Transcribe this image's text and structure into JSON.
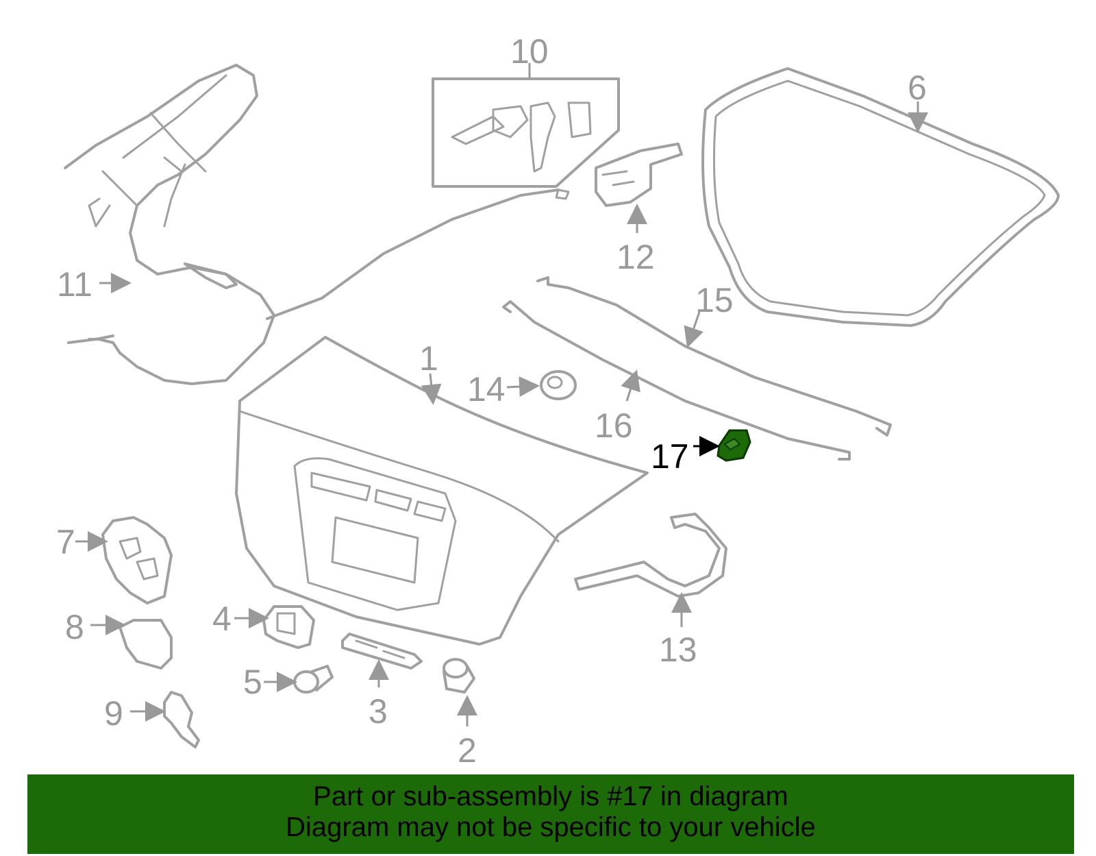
{
  "diagram": {
    "highlight_color": "#1d6a08",
    "highlighted_part": "17",
    "callouts": [
      {
        "id": "1",
        "text": "1"
      },
      {
        "id": "2",
        "text": "2"
      },
      {
        "id": "3",
        "text": "3"
      },
      {
        "id": "4",
        "text": "4"
      },
      {
        "id": "5",
        "text": "5"
      },
      {
        "id": "6",
        "text": "6"
      },
      {
        "id": "7",
        "text": "7"
      },
      {
        "id": "8",
        "text": "8"
      },
      {
        "id": "9",
        "text": "9"
      },
      {
        "id": "10",
        "text": "10"
      },
      {
        "id": "11",
        "text": "11"
      },
      {
        "id": "12",
        "text": "12"
      },
      {
        "id": "13",
        "text": "13"
      },
      {
        "id": "14",
        "text": "14"
      },
      {
        "id": "15",
        "text": "15"
      },
      {
        "id": "16",
        "text": "16"
      },
      {
        "id": "17",
        "text": "17"
      }
    ]
  },
  "banner": {
    "line1": "Part or sub-assembly is #17 in diagram",
    "line2": "Diagram may not be specific to your vehicle",
    "color": "#1d6a08"
  }
}
